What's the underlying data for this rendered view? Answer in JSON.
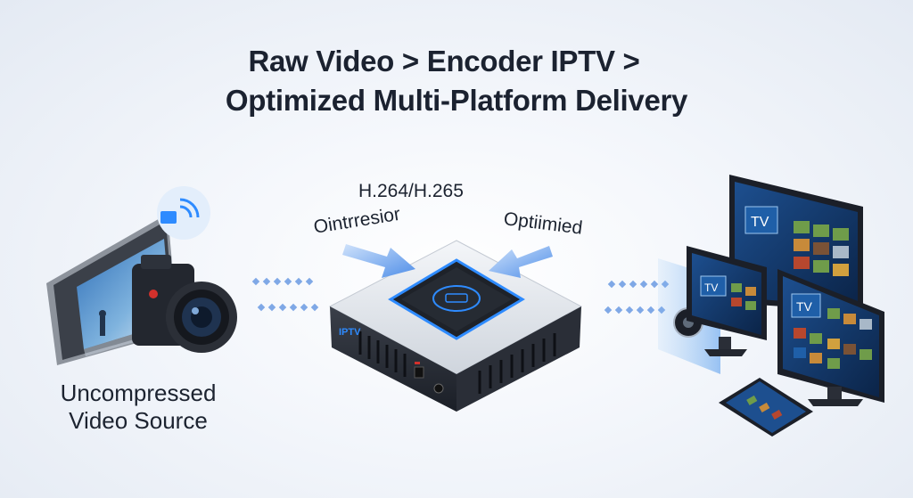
{
  "title": {
    "line1": "Raw Video > Encoder IPTV >",
    "line2": "Optimized Multi-Platform Delivery"
  },
  "labels": {
    "codec": "H.264/H.265",
    "compression": "Ointrresior",
    "optimized": "Optiimied",
    "source_line1": "Uncompressed",
    "source_line2": "Video Source"
  },
  "encoder": {
    "brand": "IPTV"
  },
  "screens": {
    "tv_label": "TV"
  },
  "colors": {
    "accent_blue": "#2e8bff",
    "arrow_blue": "#6fa6f2",
    "device_dark": "#1b1f28"
  }
}
